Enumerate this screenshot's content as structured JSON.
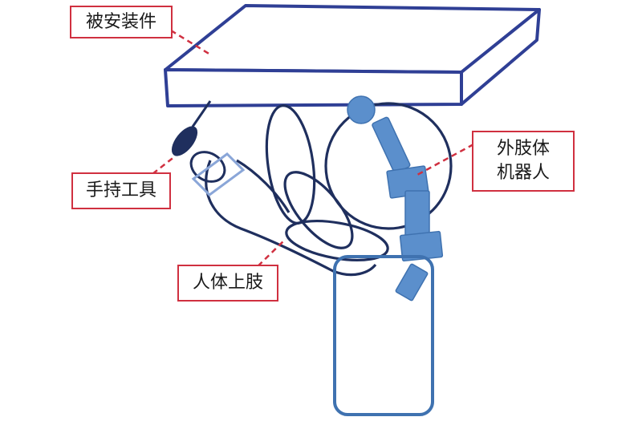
{
  "labels": {
    "installed_part": "被安装件",
    "hand_tool": "手持工具",
    "human_arm": "人体上肢",
    "extra_limb_robot": "外肢体\n机器人"
  },
  "colors": {
    "dark_navy": "#1f2f5e",
    "plate_outline": "#2f3f95",
    "robot_blue": "#5b8fcc",
    "robot_stroke": "#3f72b0",
    "tool_frame": "#8aa6d8",
    "leader_red": "#d03040",
    "text": "#1a1a1a"
  }
}
